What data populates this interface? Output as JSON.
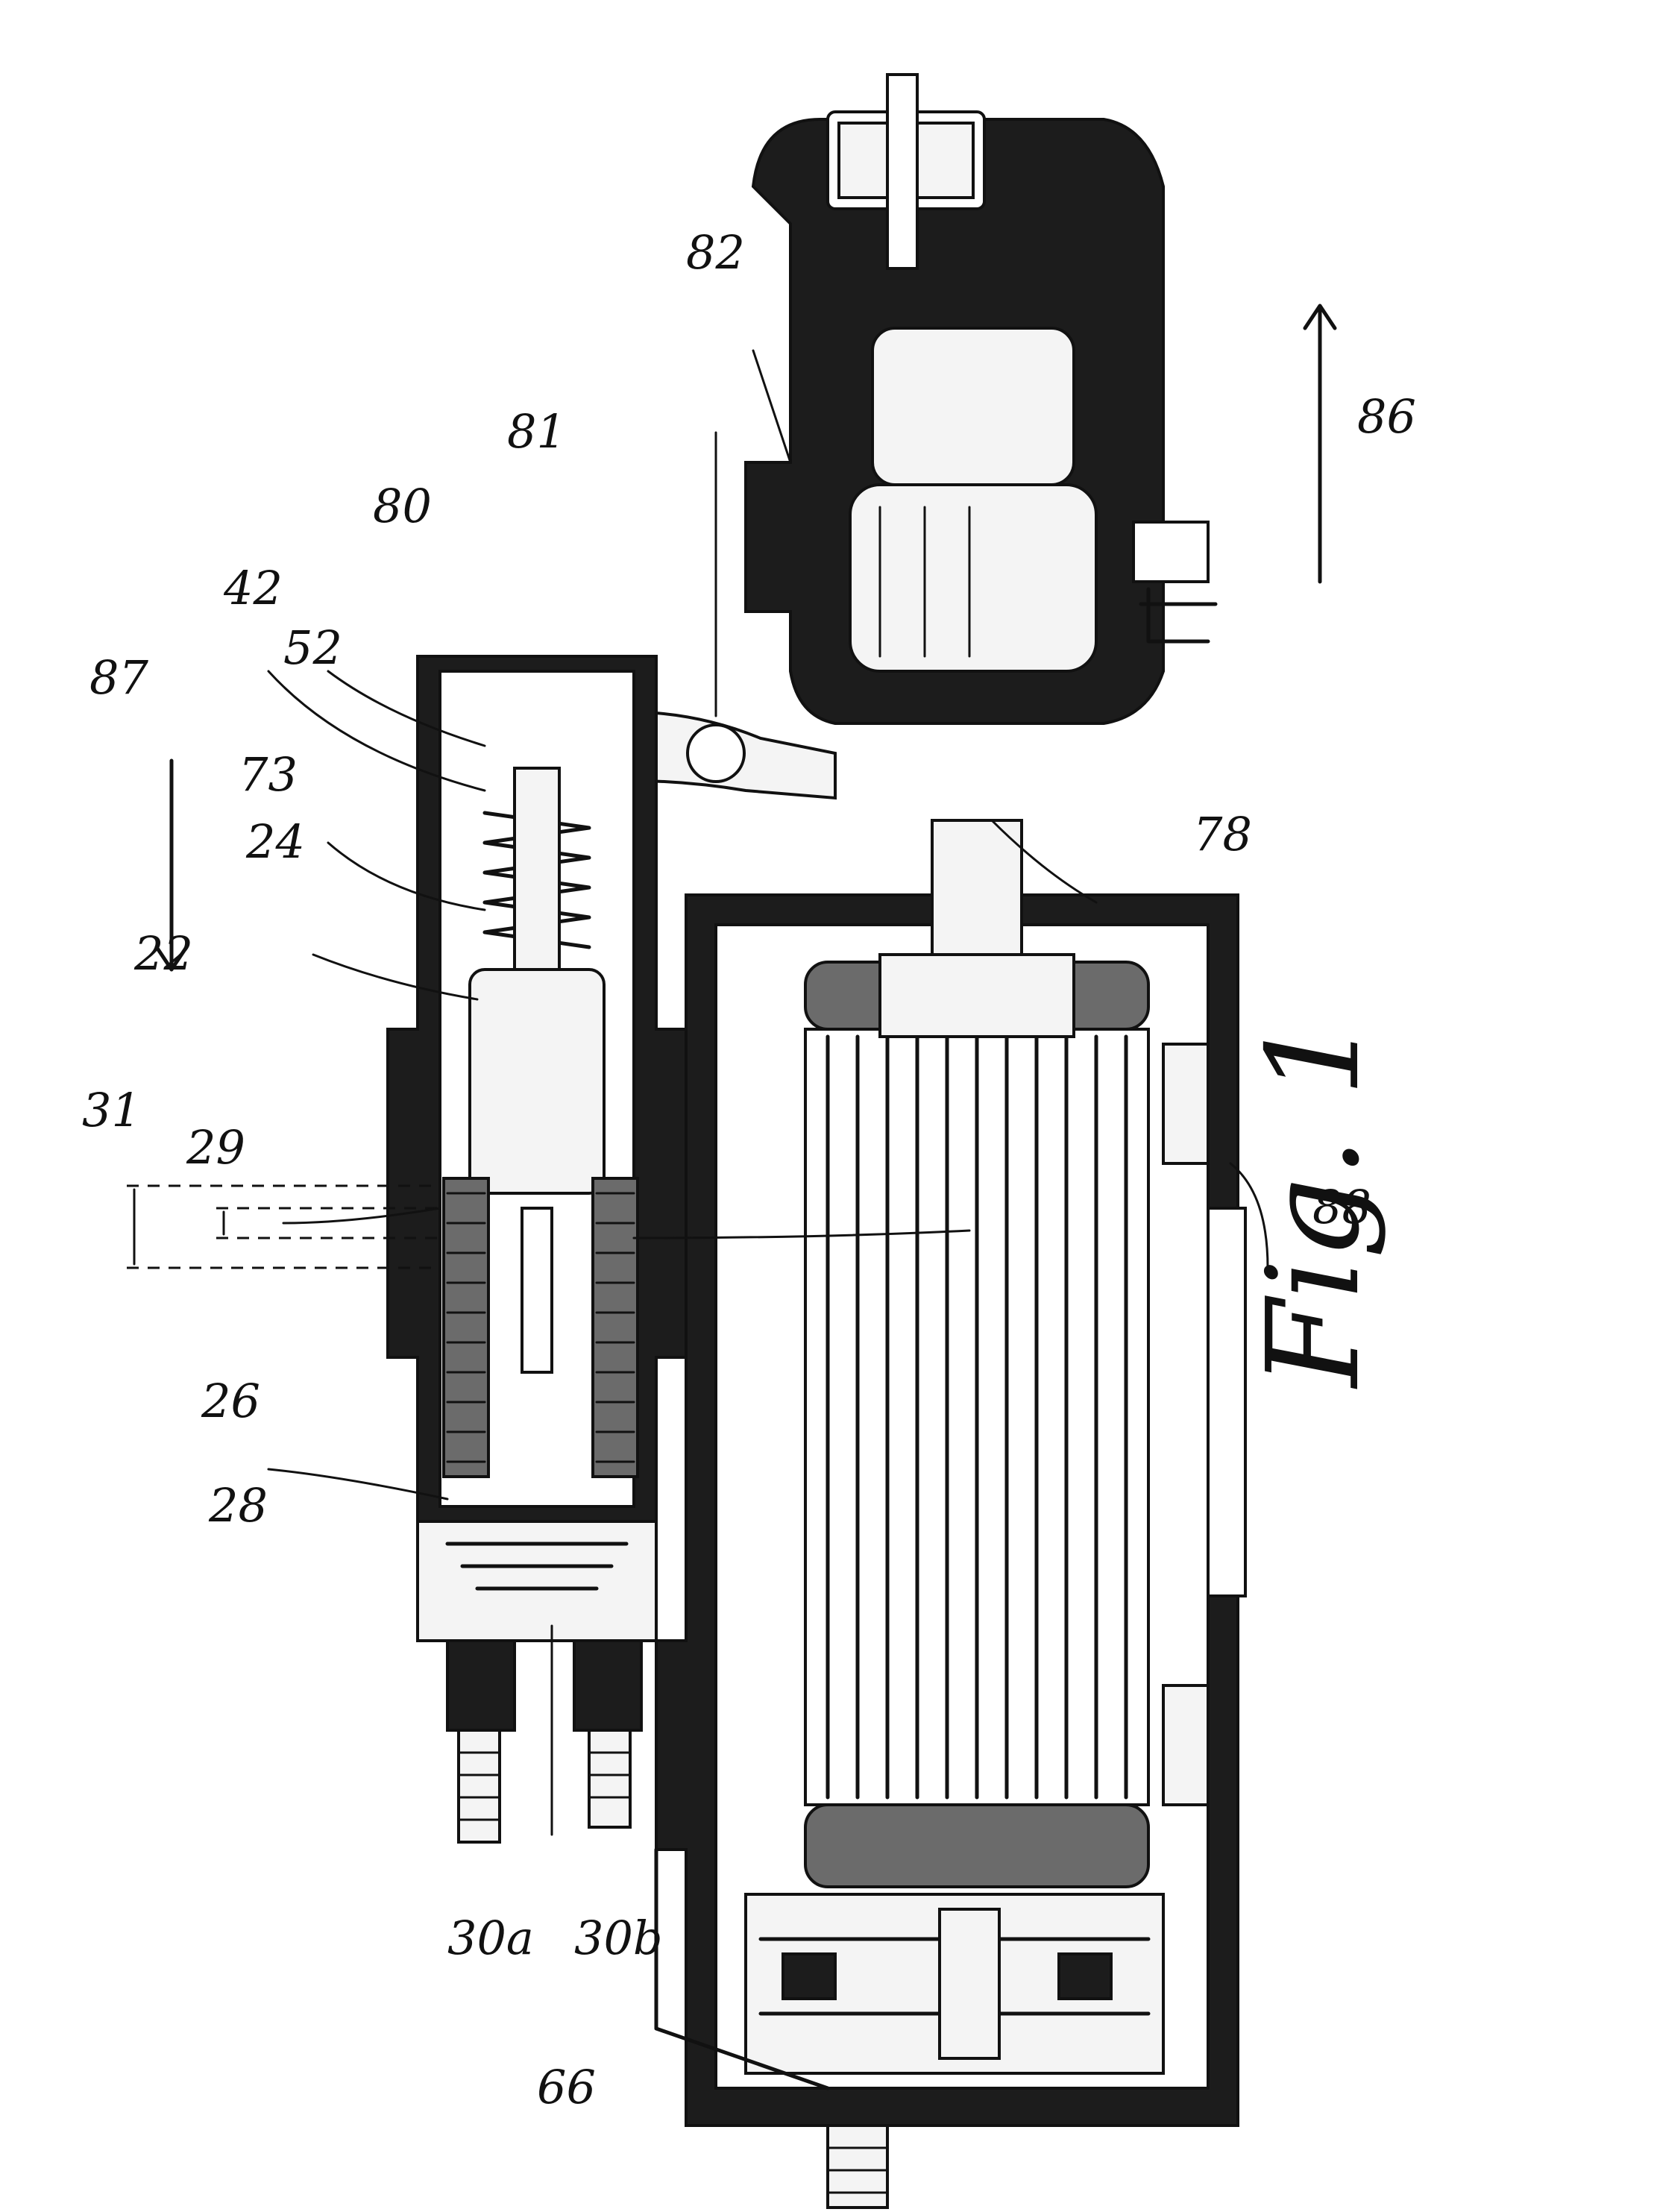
{
  "figure": {
    "caption": "Fig. 1"
  },
  "labels": {
    "l31": "31",
    "l29": "29",
    "l22": "22",
    "l24": "24",
    "l73": "73",
    "l87": "87",
    "l52": "52",
    "l42": "42",
    "l80": "80",
    "l81": "81",
    "l82": "82",
    "l86": "86",
    "l78": "78",
    "l88": "88",
    "l26": "26",
    "l28": "28",
    "l30a": "30a",
    "l30b": "30b",
    "l66": "66"
  }
}
